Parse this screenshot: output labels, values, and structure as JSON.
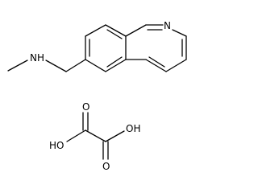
{
  "colors": {
    "background": "#ffffff",
    "ink": "#000000"
  },
  "atom_labels": {
    "amine_nh": "NH",
    "ring_n": "N",
    "acid_oh_left": "HO",
    "acid_o_top": "O",
    "acid_oh_right": "OH",
    "acid_o_bottom": "O"
  }
}
